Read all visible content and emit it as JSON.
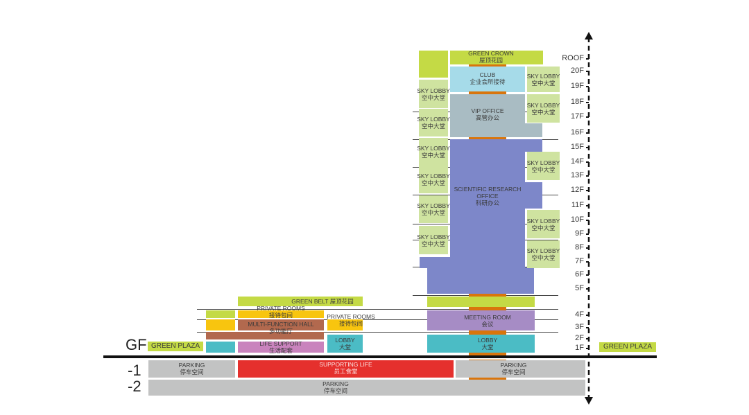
{
  "floors": [
    "ROOF",
    "20F",
    "19F",
    "18F",
    "17F",
    "16F",
    "15F",
    "14F",
    "13F",
    "12F",
    "11F",
    "10F",
    "9F",
    "8F",
    "7F",
    "6F",
    "5F",
    "4F",
    "3F",
    "2F",
    "1F"
  ],
  "levels": {
    "gf": "GF",
    "b1": "-1",
    "b2": "-2"
  },
  "labels": {
    "green_crown_en": "GREEN CROWN",
    "green_crown_cn": "屋顶花园",
    "club_en": "CLUB",
    "club_cn": "企业会所接待",
    "vip_en": "VIP OFFICE",
    "vip_cn": "高管办公",
    "sci_en1": "SCIENTIFIC RESEARCH",
    "sci_en2": "OFFICE",
    "sci_cn": "科研办公",
    "sky_en": "SKY LOBBY",
    "sky_cn": "空中大堂",
    "meeting_en": "MEETING ROOM",
    "meeting_cn": "会议",
    "lobby_en": "LOBBY",
    "lobby_cn": "大堂",
    "green_belt": "GREEN BELT 屋顶花园",
    "private_en": "PRIVATE ROOMS",
    "private_cn": "接待包间",
    "mfh_en": "MULTI-FUNCTION HALL",
    "mfh_cn": "多功能厅",
    "life_en": "LIFE SUPPORT",
    "life_cn": "生活配套",
    "green_plaza": "GREEN PLAZA",
    "parking_en": "PARKING",
    "parking_cn": "停车空间",
    "supporting_en": "SUPPORTING  LIFE",
    "supporting_cn": "员工食堂"
  },
  "colors": {
    "sky_lobby": "#cfe3a0",
    "research_office": "#7d87c9",
    "club": "#a6dbe9",
    "vip_office": "#a9bcc3",
    "green": "#c4da45",
    "private_rooms": "#f8c50f",
    "multi_function_hall": "#b2694e",
    "life_support": "#c983bd",
    "lobby": "#4bbcc5",
    "meeting_room": "#a68cc5",
    "parking": "#c2c3c3",
    "supporting_life": "#e5302d",
    "core": "#d9750c"
  }
}
